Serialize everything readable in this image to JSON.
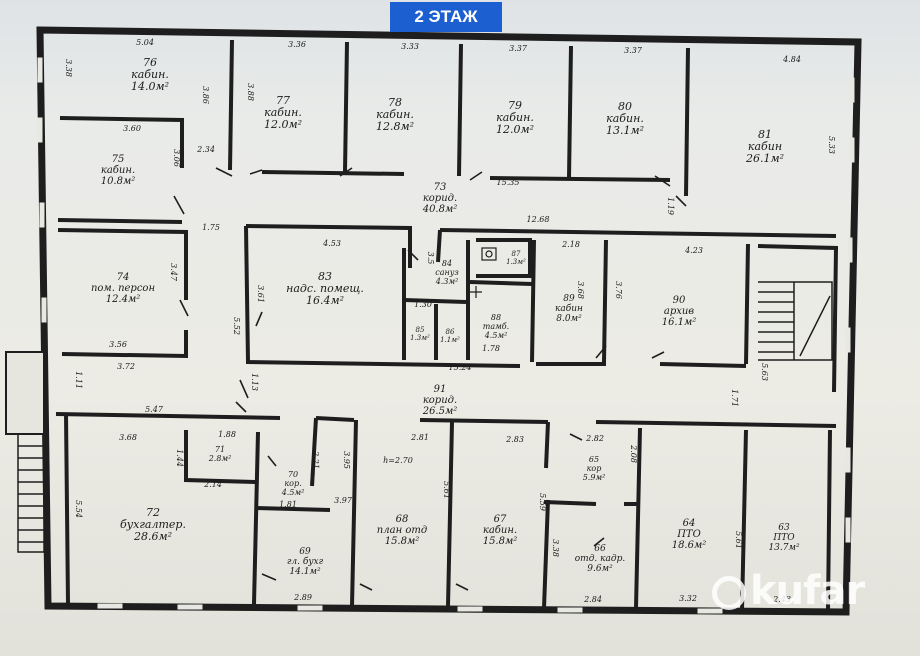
{
  "floor_label": "2 ЭТАЖ",
  "watermark": "kufar",
  "rooms": [
    {
      "id": "76",
      "lines": [
        "76",
        "кабин.",
        "14.0м²"
      ],
      "dims": [
        "5.04",
        "3.38",
        "3.86"
      ]
    },
    {
      "id": "77",
      "lines": [
        "77",
        "кабин.",
        "12.0м²"
      ],
      "dims": [
        "3.36",
        "3.88"
      ]
    },
    {
      "id": "78",
      "lines": [
        "78",
        "кабин.",
        "12.8м²"
      ],
      "dims": [
        "3.33"
      ]
    },
    {
      "id": "79",
      "lines": [
        "79",
        "кабин.",
        "12.0м²"
      ],
      "dims": [
        "3.37"
      ]
    },
    {
      "id": "80",
      "lines": [
        "80",
        "кабин.",
        "13.1м²"
      ],
      "dims": [
        "3.37"
      ]
    },
    {
      "id": "81",
      "lines": [
        "81",
        "кабин",
        "26.1м²"
      ],
      "dims": [
        "4.84",
        "5.33"
      ]
    },
    {
      "id": "75",
      "lines": [
        "75",
        "кабин.",
        "10.8м²"
      ],
      "dims": [
        "3.60",
        "3.06",
        "2.34"
      ]
    },
    {
      "id": "73",
      "lines": [
        "73",
        "корид.",
        "40.8м²"
      ],
      "dims": [
        "15.35",
        "12.68",
        "1.75",
        "1.19"
      ]
    },
    {
      "id": "74",
      "lines": [
        "74",
        "пом. персон",
        "12.4м²"
      ],
      "dims": [
        "3.47",
        "3.56",
        "3.72"
      ]
    },
    {
      "id": "83",
      "lines": [
        "83",
        "надс. помещ.",
        "16.4м²"
      ],
      "dims": [
        "4.53",
        "3.61",
        "5.52"
      ]
    },
    {
      "id": "84",
      "lines": [
        "84",
        "сануз",
        "4.3м²"
      ],
      "dims": [
        "1.30",
        "3.5"
      ]
    },
    {
      "id": "85",
      "lines": [
        "85",
        "1.3м²"
      ],
      "dims": []
    },
    {
      "id": "86",
      "lines": [
        "86",
        "1.1м²"
      ],
      "dims": []
    },
    {
      "id": "87",
      "lines": [
        "87",
        "1.3м²"
      ],
      "dims": []
    },
    {
      "id": "88",
      "lines": [
        "88",
        "тамб.",
        "4.5м²"
      ],
      "dims": [
        "1.78"
      ]
    },
    {
      "id": "89",
      "lines": [
        "89",
        "кабин",
        "8.0м²"
      ],
      "dims": [
        "2.18",
        "3.68"
      ]
    },
    {
      "id": "90",
      "lines": [
        "90",
        "архив",
        "16.1м²"
      ],
      "dims": [
        "4.23",
        "3.76"
      ]
    },
    {
      "id": "91",
      "lines": [
        "91",
        "корид.",
        "26.5м²"
      ],
      "dims": [
        "15.24",
        "1.71",
        "1.13",
        "5.63"
      ]
    },
    {
      "id": "72",
      "lines": [
        "72",
        "бухгалтер.",
        "28.6м²"
      ],
      "dims": [
        "5.47",
        "3.68",
        "5.54",
        "1.11"
      ]
    },
    {
      "id": "71",
      "lines": [
        "71",
        "2.8м²"
      ],
      "dims": [
        "1.88",
        "1.44",
        "2.14"
      ]
    },
    {
      "id": "70",
      "lines": [
        "70",
        "кор.",
        "4.5м²"
      ],
      "dims": [
        "2.21"
      ]
    },
    {
      "id": "69",
      "lines": [
        "69",
        "гл. бухг",
        "14.1м²"
      ],
      "dims": [
        "1.81",
        "3.97",
        "2.89"
      ]
    },
    {
      "id": "68",
      "lines": [
        "68",
        "план отд",
        "15.8м²"
      ],
      "dims": [
        "2.81",
        "h=2.70",
        "3.95"
      ]
    },
    {
      "id": "67",
      "lines": [
        "67",
        "кабин.",
        "15.8м²"
      ],
      "dims": [
        "2.83",
        "5.61"
      ]
    },
    {
      "id": "66",
      "lines": [
        "66",
        "отд. кадр.",
        "9.6м²"
      ],
      "dims": [
        "2.82",
        "3.38",
        "2.84",
        "5.59"
      ]
    },
    {
      "id": "65",
      "lines": [
        "65",
        "кор",
        "5.9м²"
      ],
      "dims": [
        "2.08"
      ]
    },
    {
      "id": "64",
      "lines": [
        "64",
        "ПТО",
        "18.6м²"
      ],
      "dims": [
        "3.32",
        "5.61"
      ]
    },
    {
      "id": "63",
      "lines": [
        "63",
        "ПТО",
        "13.7м²"
      ],
      "dims": [
        "2.43"
      ]
    }
  ]
}
